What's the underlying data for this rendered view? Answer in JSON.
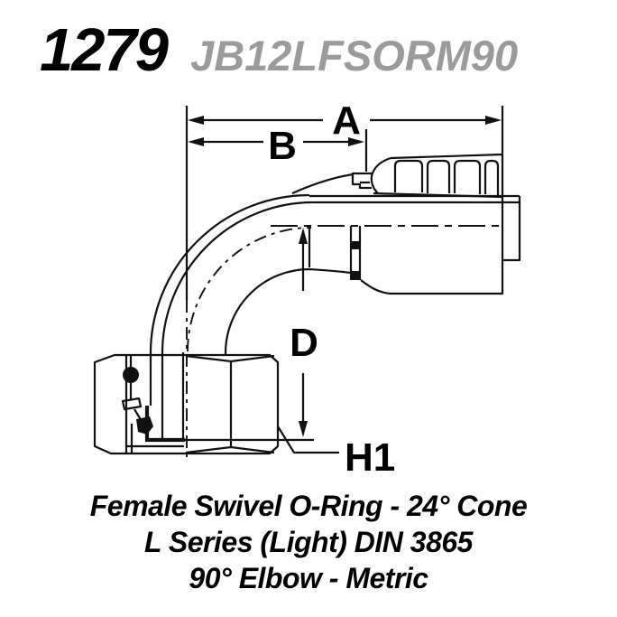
{
  "header": {
    "part_number": "1279",
    "part_code": "JB12LFSORM90"
  },
  "diagram": {
    "type": "technical-line-drawing",
    "subject": "90 degree elbow hose fitting, half-section side view",
    "dim_labels": {
      "a": "A",
      "b": "B",
      "d": "D",
      "h1": "H1"
    }
  },
  "caption": {
    "line1": "Female Swivel O-Ring - 24° Cone",
    "line2": "L Series (Light) DIN 3865",
    "line3": "90° Elbow - Metric"
  },
  "colors": {
    "ink": "#111111",
    "part-code-gray": "#9b9b9b",
    "background": "#ffffff"
  }
}
